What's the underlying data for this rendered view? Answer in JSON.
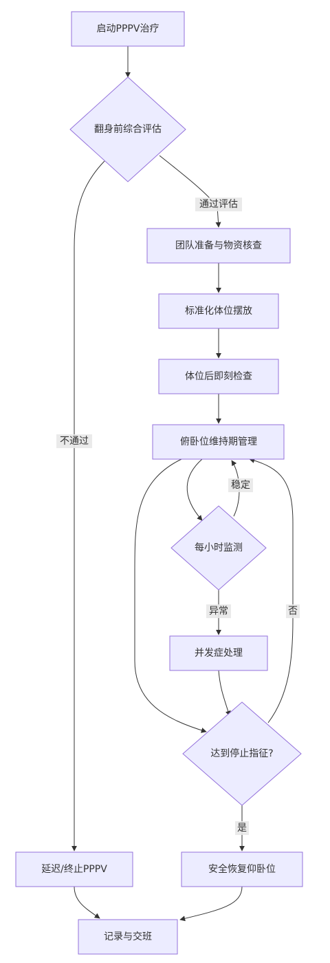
{
  "nodes": {
    "start": "启动PPPV治疗",
    "assess": "翻身前综合评估",
    "prep": "团队准备与物资核查",
    "position": "标准化体位摆放",
    "check": "体位后即刻检查",
    "manage": "俯卧位维持期管理",
    "monitor": "每小时监测",
    "complication": "并发症处理",
    "stop_check": "达到停止指征?",
    "delay": "延迟/终止PPPV",
    "restore": "安全恢复仰卧位",
    "record": "记录与交班"
  },
  "edge_labels": {
    "pass": "通过评估",
    "fail": "不通过",
    "stable": "稳定",
    "abnormal": "异常",
    "no": "否",
    "yes": "是"
  },
  "colors": {
    "node_fill": "#ECECFF",
    "node_stroke": "#9370DB",
    "edge": "#333333",
    "label_bg": "#E8E8E8"
  }
}
